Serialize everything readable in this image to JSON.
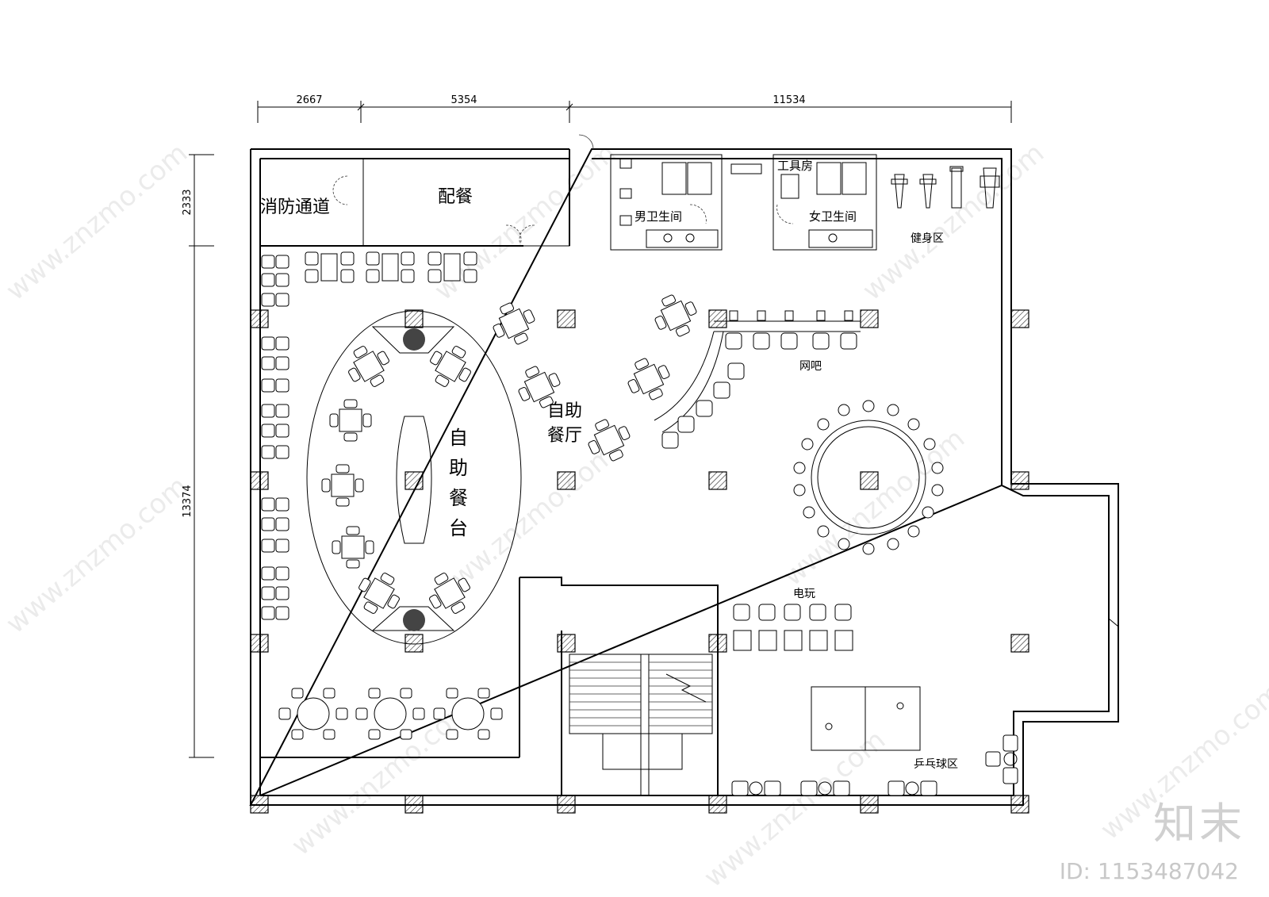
{
  "dimensions": {
    "top": [
      "2667",
      "5354",
      "11534"
    ],
    "left": [
      "2333",
      "13374"
    ]
  },
  "rooms": {
    "fire_passage": "消防通道",
    "serving": "配餐",
    "mens_restroom": "男卫生间",
    "tool_room": "工具房",
    "womens_restroom": "女卫生间",
    "gym": "健身区",
    "internet_cafe": "网吧",
    "buffet_restaurant_line1": "自助",
    "buffet_restaurant_line2": "餐厅",
    "buffet_counter": [
      "自",
      "助",
      "餐",
      "台"
    ],
    "arcade": "电玩",
    "ping_pong": "乒乓球区"
  },
  "watermark": {
    "text": "www.znzmo.com",
    "brand": "知末",
    "image_id": "ID: 1153487042"
  }
}
